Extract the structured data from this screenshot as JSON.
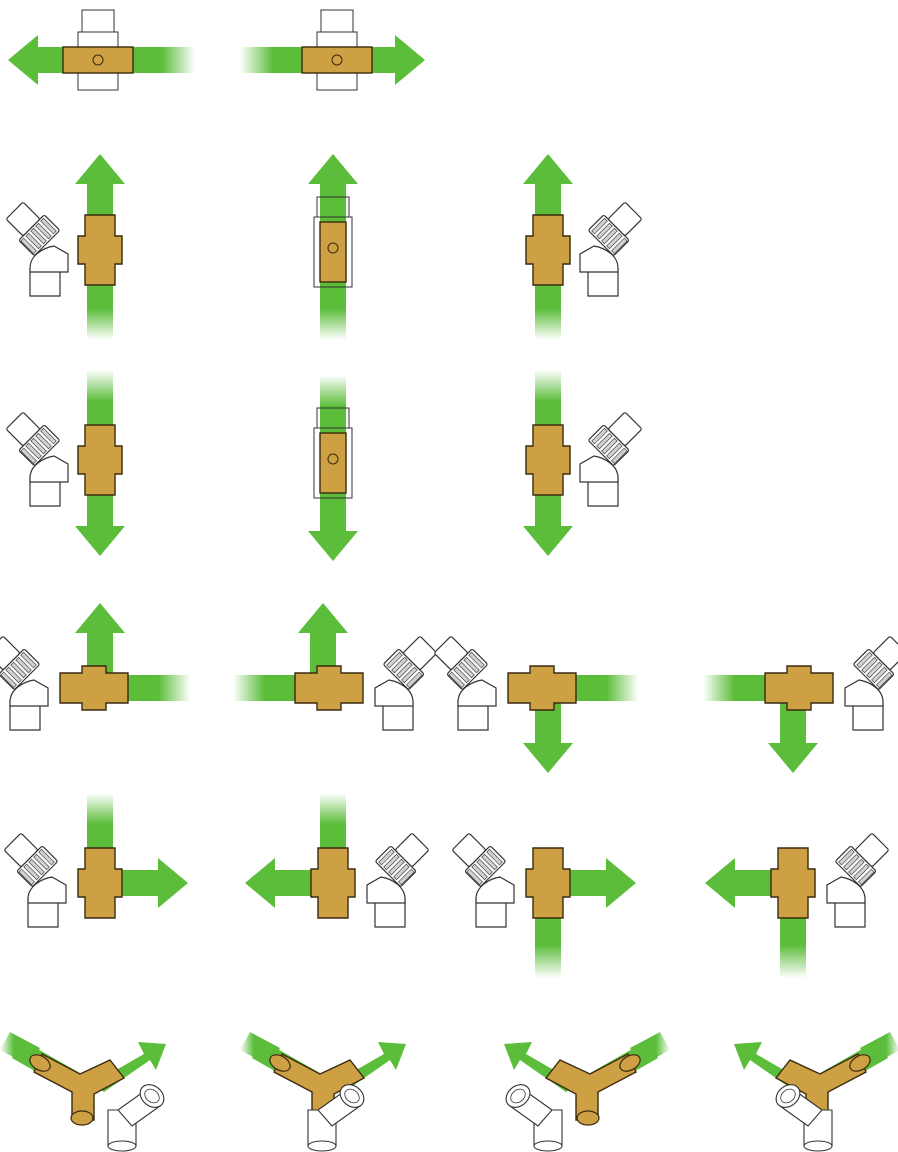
{
  "diagram": {
    "colors": {
      "pipe": "#5bbd3a",
      "body": "#cca043",
      "outline": "#3a2a10",
      "valve_fill": "#ffffff",
      "valve_stroke": "#333333",
      "background": "#ffffff"
    },
    "rows": [
      {
        "row": 1,
        "variants": [
          {
            "id": "r1-c1",
            "flow": "left",
            "valve": "top-inline"
          },
          {
            "id": "r1-c2",
            "flow": "right",
            "valve": "top-inline"
          }
        ]
      },
      {
        "row": 2,
        "variants": [
          {
            "id": "r2-c1",
            "flow": "up",
            "valve": "left-angled"
          },
          {
            "id": "r2-c2",
            "flow": "up",
            "valve": "inline"
          },
          {
            "id": "r2-c3",
            "flow": "up",
            "valve": "right-angled"
          }
        ]
      },
      {
        "row": 3,
        "variants": [
          {
            "id": "r3-c1",
            "flow": "down",
            "valve": "left-angled"
          },
          {
            "id": "r3-c2",
            "flow": "down",
            "valve": "inline"
          },
          {
            "id": "r3-c3",
            "flow": "down",
            "valve": "right-angled"
          }
        ]
      },
      {
        "row": 4,
        "variants": [
          {
            "id": "r4-c1",
            "flow": "up",
            "valve": "left-angled"
          },
          {
            "id": "r4-c2",
            "flow": "up",
            "valve": "right-angled"
          },
          {
            "id": "r4-c3",
            "flow": "down",
            "valve": "left-angled"
          },
          {
            "id": "r4-c4",
            "flow": "down",
            "valve": "right-angled"
          }
        ]
      },
      {
        "row": 5,
        "variants": [
          {
            "id": "r5-c1",
            "flow": "right",
            "valve": "left-angled"
          },
          {
            "id": "r5-c2",
            "flow": "left",
            "valve": "right-angled"
          },
          {
            "id": "r5-c3",
            "flow": "right",
            "valve": "left-angled"
          },
          {
            "id": "r5-c4",
            "flow": "left",
            "valve": "right-angled"
          }
        ]
      },
      {
        "row": 6,
        "variants": [
          {
            "id": "r6-c1",
            "flow": "up-right",
            "valve": "below-perspective"
          },
          {
            "id": "r6-c2",
            "flow": "up-right",
            "valve": "below-perspective"
          },
          {
            "id": "r6-c3",
            "flow": "up-left",
            "valve": "below-perspective"
          },
          {
            "id": "r6-c4",
            "flow": "up-left",
            "valve": "below-perspective"
          }
        ]
      }
    ]
  }
}
